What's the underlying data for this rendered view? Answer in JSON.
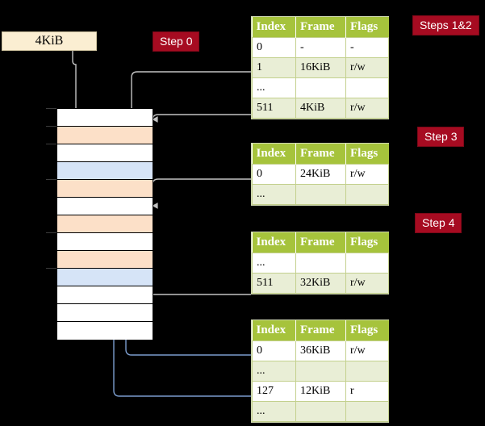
{
  "title": "Multi-level page table walk diagram",
  "labels": {
    "page_box": "4KiB",
    "step0": "Step 0",
    "steps12": "Steps 1&2",
    "step3": "Step 3",
    "step4": "Step 4"
  },
  "colors": {
    "pill_bg": "#a60b21",
    "pill_text": "#ffffff",
    "table_header_bg": "#a6c33c",
    "table_alt_row_bg": "#e9eed6",
    "table_highlight_bg": "#fbf79b",
    "page_box_bg": "#fbeed2",
    "mem_orange": "#fce0c8",
    "mem_blue": "#d6e4f7",
    "grey_arrow": "#b3b3b3",
    "blue_arrow": "#7b9ccd",
    "background": "#000000"
  },
  "columns": [
    "Index",
    "Frame",
    "Flags"
  ],
  "tables": [
    {
      "id": "table-steps-1-2",
      "rows": [
        {
          "index": "0",
          "frame": "-",
          "flags": "-",
          "shade": "odd",
          "highlight": false
        },
        {
          "index": "1",
          "frame": "16KiB",
          "flags": "r/w",
          "shade": "even",
          "highlight": false
        },
        {
          "index": "...",
          "frame": "",
          "flags": "",
          "shade": "odd",
          "highlight": false
        },
        {
          "index": "511",
          "frame": "4KiB",
          "flags": "r/w",
          "shade": "even",
          "highlight": true
        }
      ]
    },
    {
      "id": "table-step-3",
      "rows": [
        {
          "index": "0",
          "frame": "24KiB",
          "flags": "r/w",
          "shade": "odd",
          "highlight": false
        },
        {
          "index": "...",
          "frame": "",
          "flags": "",
          "shade": "even",
          "highlight": false
        }
      ]
    },
    {
      "id": "table-step-4",
      "rows": [
        {
          "index": "...",
          "frame": "",
          "flags": "",
          "shade": "odd",
          "highlight": false
        },
        {
          "index": "511",
          "frame": "32KiB",
          "flags": "r/w",
          "shade": "even",
          "highlight": false
        }
      ]
    },
    {
      "id": "table-final",
      "rows": [
        {
          "index": "0",
          "frame": "36KiB",
          "flags": "r/w",
          "shade": "odd",
          "highlight": false
        },
        {
          "index": "...",
          "frame": "",
          "flags": "",
          "shade": "even",
          "highlight": false
        },
        {
          "index": "127",
          "frame": "12KiB",
          "flags": "r",
          "shade": "odd",
          "highlight": false
        },
        {
          "index": "...",
          "frame": "",
          "flags": "",
          "shade": "even",
          "highlight": false
        }
      ]
    }
  ],
  "memory": {
    "rows": [
      {
        "fill": "white"
      },
      {
        "fill": "orange"
      },
      {
        "fill": "white"
      },
      {
        "fill": "blue"
      },
      {
        "fill": "orange"
      },
      {
        "fill": "white"
      },
      {
        "fill": "orange"
      },
      {
        "fill": "white"
      },
      {
        "fill": "orange"
      },
      {
        "fill": "blue"
      },
      {
        "fill": "white"
      },
      {
        "fill": "white"
      },
      {
        "fill": "white"
      }
    ]
  }
}
